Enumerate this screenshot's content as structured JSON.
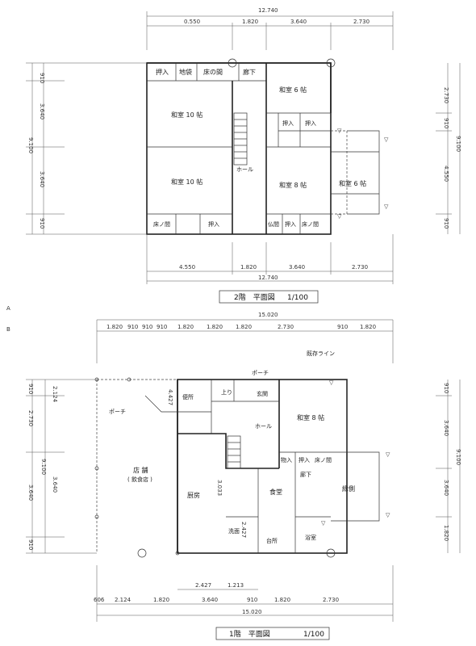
{
  "upper_floor": {
    "title": "2階　平面図",
    "scale": "1/100",
    "total_top": "12.740",
    "total_bottom": "12.740",
    "dims_top": [
      "0.550",
      "1.820",
      "3.640",
      "2.730"
    ],
    "dims_bottom": [
      "4.550",
      "1.820",
      "3.640",
      "2.730"
    ],
    "dims_left": [
      "910",
      "3.640",
      "3.640",
      "910"
    ],
    "total_left": "9.100",
    "dims_right": [
      "2.730",
      "910",
      "4.550",
      "910"
    ],
    "total_right": "9.100",
    "rooms": {
      "oshiire_a": "押入",
      "jibukuro": "地袋",
      "tokonoma": "床の間",
      "rouka": "廊下",
      "washitsu_6_top": "和室 6 帖",
      "oshiire_b": "押入",
      "oshiire_c": "押入",
      "washitsu_10_a": "和室 10 帖",
      "washitsu_10_b": "和室 10 帖",
      "washitsu_8": "和室 8 帖",
      "washitsu_6_side": "和室 6 帖",
      "hall": "ホール",
      "toko_bottom": "床ノ間",
      "oshiire_d": "押入",
      "butsuma": "仏間",
      "oshiire_e": "押入",
      "toko_right": "床ノ間"
    }
  },
  "ground_floor": {
    "title": "1階　平面図",
    "scale": "1/100",
    "total_top": "15.020",
    "total_bottom": "15.020",
    "dims_top": [
      "1.820",
      "910",
      "910",
      "910",
      "1.820",
      "1.820",
      "1.820",
      "2.730",
      "910",
      "1.820"
    ],
    "dims_bottom": [
      "606",
      "2.124",
      "1.820",
      "3.640",
      "910",
      "1.820",
      "2.730"
    ],
    "dims_bottom_inner": [
      "2.427",
      "1.213"
    ],
    "dims_left": [
      "910",
      "2.730",
      "3.640",
      "910"
    ],
    "total_left": "9.100",
    "dims_left_inner": [
      "2.124",
      "3.640"
    ],
    "dims_right": [
      "910",
      "3.640",
      "3.640",
      "1.820"
    ],
    "total_right": "9.100",
    "dim_inner_a": "4.427",
    "dim_inner_b": "3.033",
    "dim_inner_c": "2.427",
    "rooms": {
      "porch_top": "ポーチ",
      "porch_left": "ポーチ",
      "tenpo": "店 舗",
      "tenpo_sub": "( 飲食店 )",
      "chuubou": "厨房",
      "ben": "便所",
      "kaidan_ura": "上り",
      "genkan": "玄関",
      "hall": "ホール",
      "washitsu_8": "和室 8 帖",
      "oshiire": "物入",
      "oshiire2": "押入",
      "toko": "床ノ間",
      "rouka": "廊下",
      "shokudou": "食堂",
      "engawa": "縁側",
      "daidokoro": "台所",
      "furo": "浴室",
      "senmen": "洗面",
      "gaidou": "既存ライン"
    }
  },
  "margin_marks": {
    "a": "A",
    "b": "B"
  }
}
